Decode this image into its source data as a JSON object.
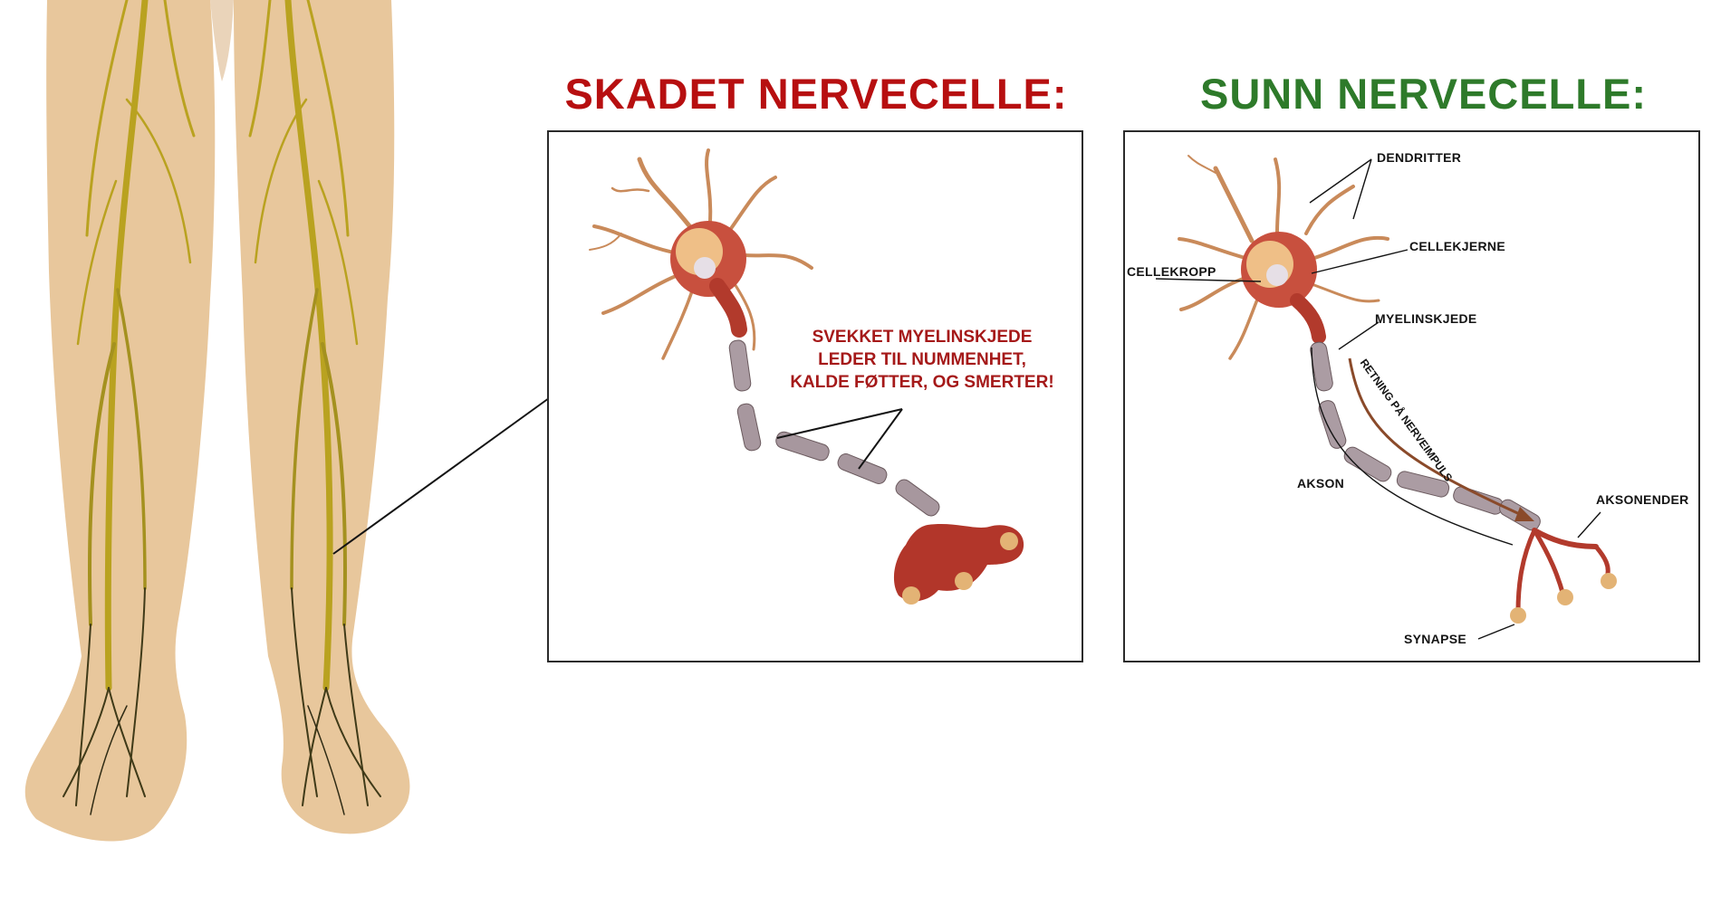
{
  "titles": {
    "damaged": "SKADET NERVECELLE:",
    "healthy": "SUNN NERVECELLE:"
  },
  "damaged_panel": {
    "note_lines": [
      "SVEKKET MYELINSKJEDE",
      "LEDER TIL NUMMENHET,",
      "KALDE FØTTER, OG SMERTER!"
    ]
  },
  "healthy_panel": {
    "labels": {
      "dendrites": "DENDRITTER",
      "nucleus": "CELLEKJERNE",
      "cell_body": "CELLEKROPP",
      "myelin": "MYELINSKJEDE",
      "impulse": "RETNING PÅ NERVEIMPULS",
      "axon": "AKSON",
      "axon_terminals": "AKSONENDER",
      "synapse": "SYNAPSE"
    }
  },
  "colors": {
    "damaged_title": "#b70f10",
    "healthy_title": "#2e7a2a",
    "skin": "#e8c79c",
    "nerve": "#b9a220",
    "neuron": "#c24a3a",
    "myelin": "#a99aa0"
  }
}
